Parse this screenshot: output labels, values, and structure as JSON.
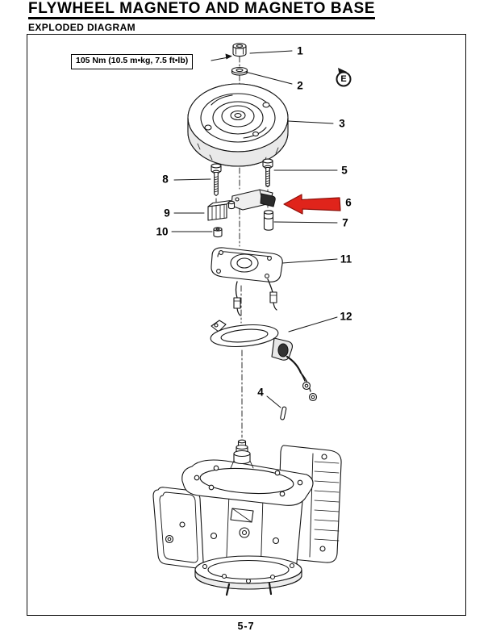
{
  "header": {
    "title": "FLYWHEEL MAGNETO AND MAGNETO BASE",
    "subtitle": "EXPLODED DIAGRAM"
  },
  "diagram": {
    "torque_note": "105 Nm (10.5 m•kg, 7.5 ft•lb)",
    "grease_mark": "E",
    "highlight_color": "#e0241b",
    "highlight_outline": "#8e100a",
    "callouts": [
      "1",
      "2",
      "3",
      "4",
      "5",
      "6",
      "7",
      "8",
      "9",
      "10",
      "11",
      "12"
    ]
  },
  "footer": {
    "page_number": "5-7"
  }
}
